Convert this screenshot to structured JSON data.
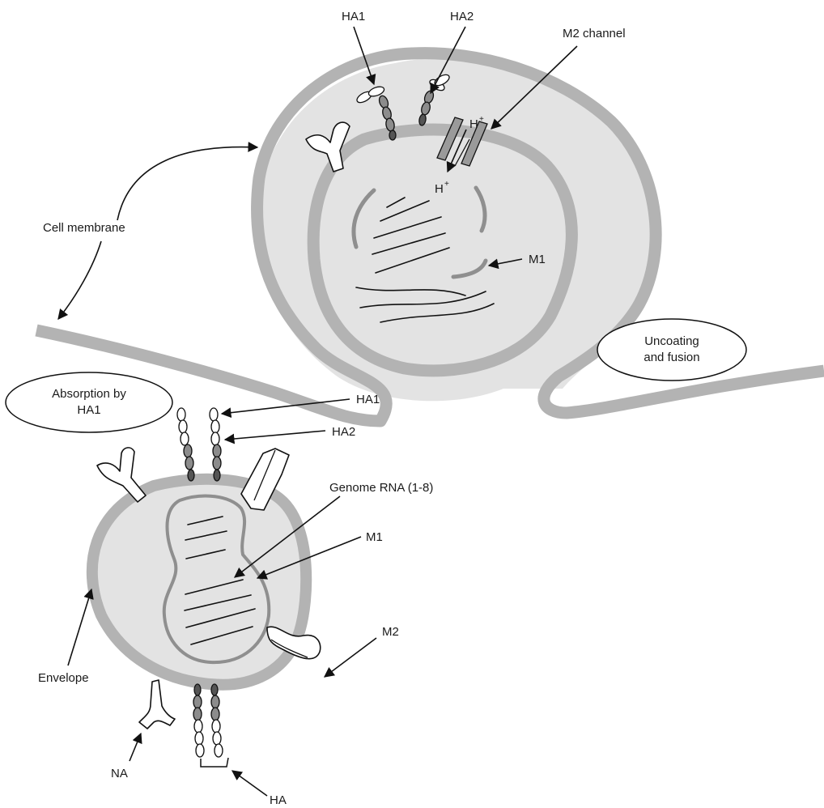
{
  "labels": {
    "ha1_top": "HA1",
    "ha2_top": "HA2",
    "m2_channel": "M2 channel",
    "h_plus_top": "H",
    "h_plus_bottom": "H",
    "plus_sign": "+",
    "cell_membrane": "Cell membrane",
    "m1_top": "M1",
    "uncoating_line1": "Uncoating",
    "uncoating_line2": "and fusion",
    "absorption_line1": "Absorption by",
    "absorption_line2": "HA1",
    "ha1_mid": "HA1",
    "ha2_mid": "HA2",
    "genome_rna": "Genome RNA (1-8)",
    "m1_bottom": "M1",
    "m2_bottom": "M2",
    "envelope": "Envelope",
    "na": "NA",
    "ha_bottom": "HA"
  },
  "colors": {
    "membrane": "#b3b3b3",
    "interior": "#e3e3e3",
    "m1_layer": "#8f8f8f",
    "outline": "#111111"
  }
}
